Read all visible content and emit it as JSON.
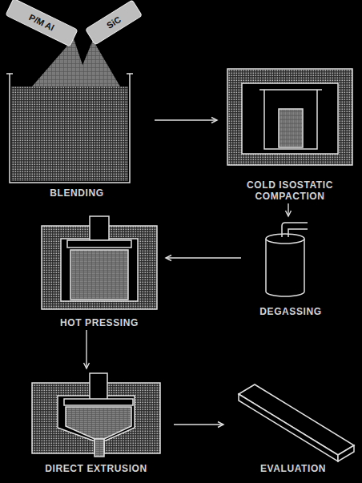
{
  "diagram": {
    "nodes": [
      {
        "text": [
          "BLENDING"
        ]
      },
      {
        "text": [
          "P/M Al"
        ],
        "in": 0
      },
      {
        "text": [
          "SiC"
        ],
        "in": 0
      },
      {
        "text": [
          "COLD ISOSTATIC COMPACTION"
        ]
      },
      {
        "text": [
          "HOT PRESSING"
        ]
      },
      {
        "text": [
          "DEGASSING"
        ]
      },
      {
        "text": [
          "DIRECT EXTRUSION"
        ]
      },
      {
        "text": [
          "EVALUATION"
        ]
      }
    ],
    "edges": [
      {
        "from": 0,
        "to": 3,
        "arrow": "to"
      },
      {
        "from": 3,
        "to": 5,
        "arrow": "to"
      },
      {
        "from": 5,
        "to": 4,
        "arrow": "to"
      },
      {
        "from": 4,
        "to": 6,
        "arrow": "to"
      },
      {
        "from": 6,
        "to": 7,
        "arrow": "to"
      }
    ]
  }
}
